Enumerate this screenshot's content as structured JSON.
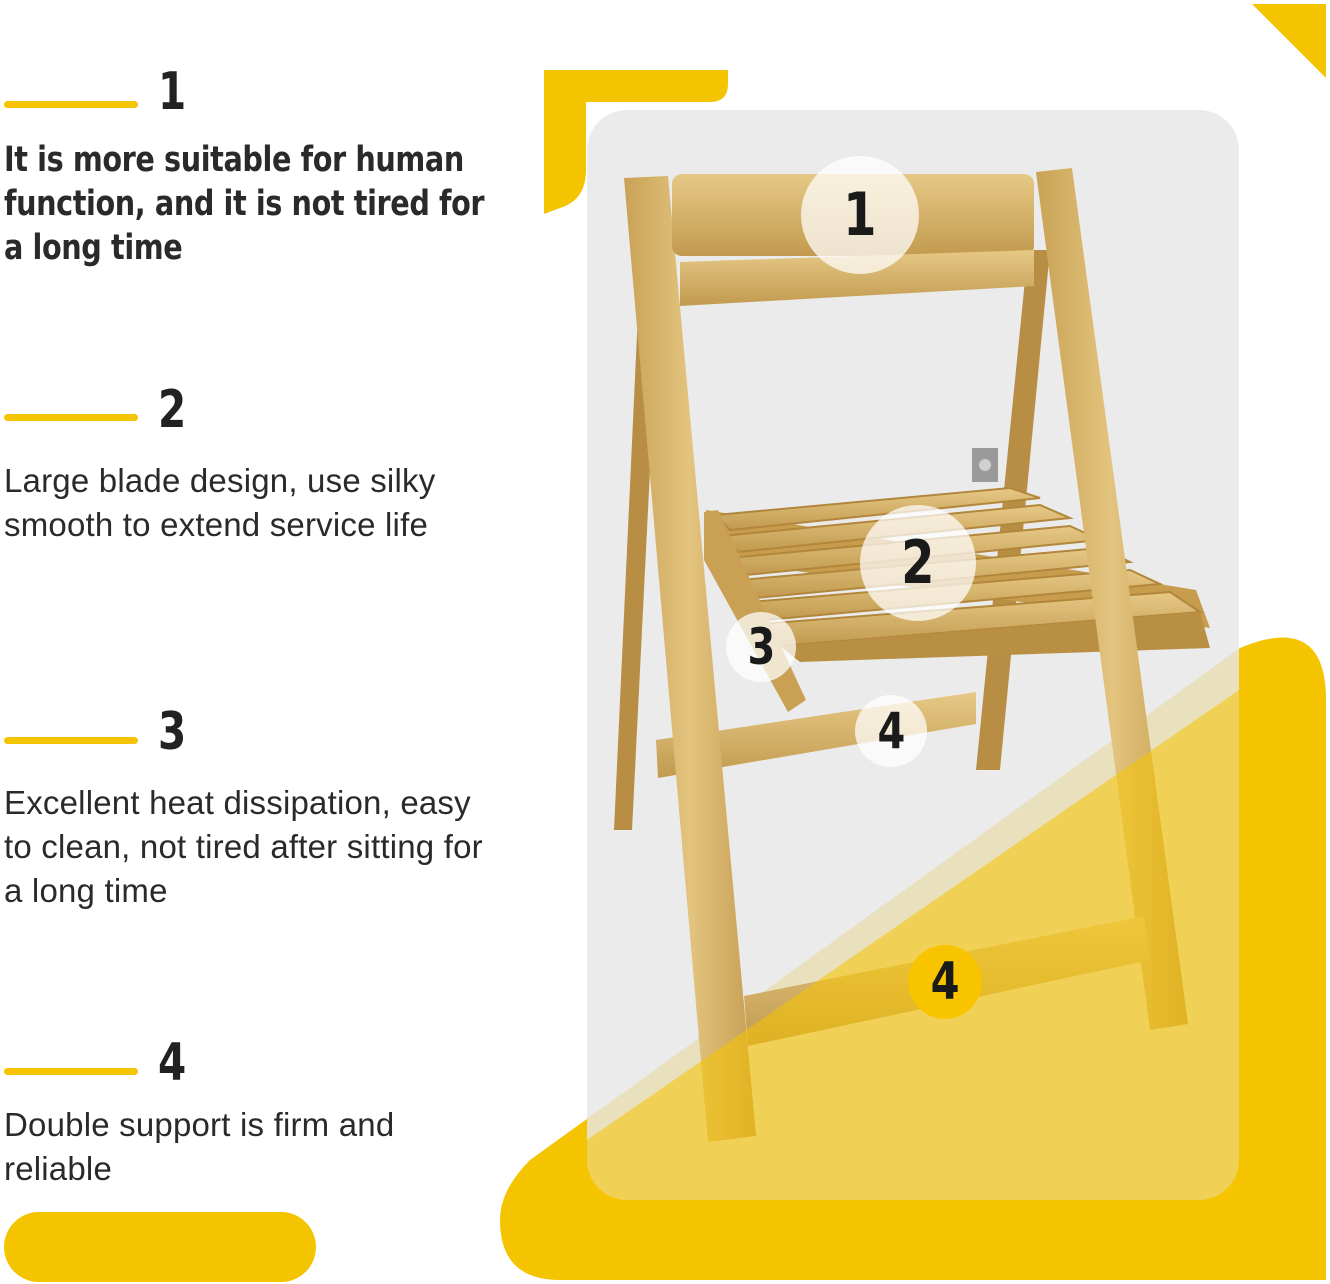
{
  "features": [
    {
      "number": "1",
      "text": "It is more suitable for human function, and it is not tired for a long time"
    },
    {
      "number": "2",
      "text": "Large blade design, use silky smooth to extend service life"
    },
    {
      "number": "3",
      "text": "Excellent heat dissipation, easy to clean, not tired after sitting for a long time"
    },
    {
      "number": "4",
      "text": "Double support is firm and reliable"
    }
  ],
  "callouts": [
    "1",
    "2",
    "3",
    "4",
    "4"
  ],
  "colors": {
    "accent": "#f5c400",
    "panel": "#ebebeb",
    "wood": "#d9b76a"
  }
}
